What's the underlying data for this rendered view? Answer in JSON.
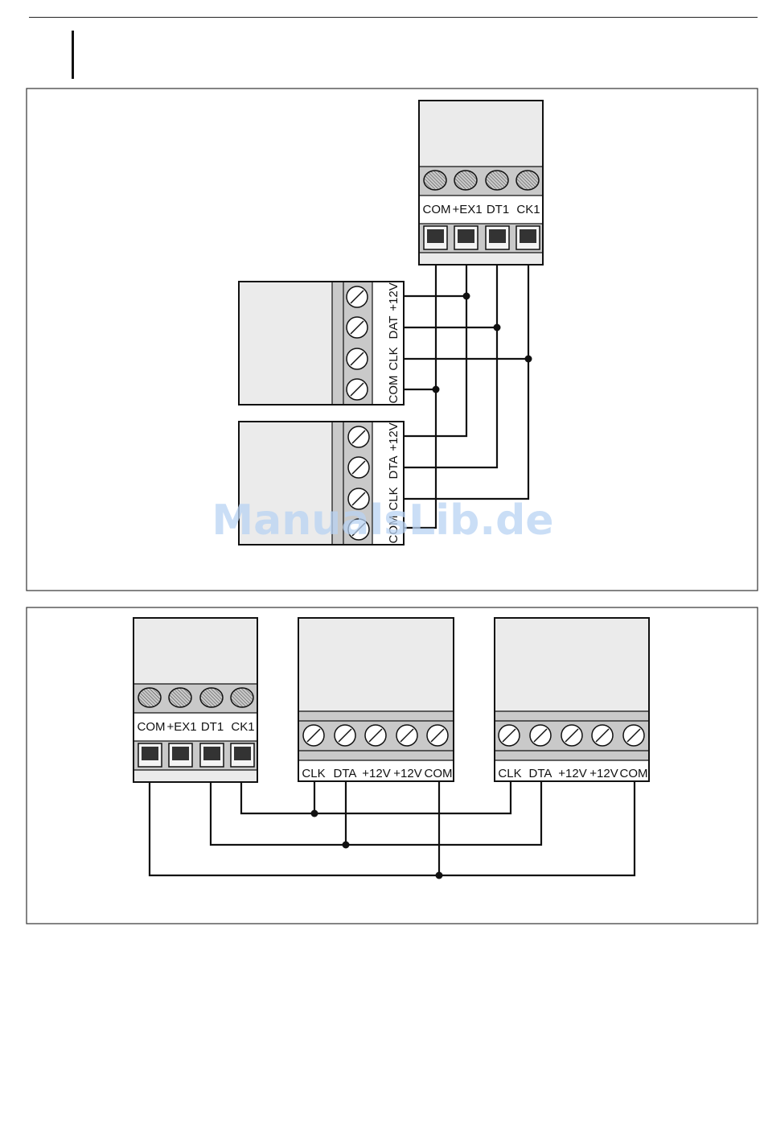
{
  "watermark": "ManualsLib.de",
  "colors": {
    "panel": "#ebebeb",
    "strip": "#c9c9c9",
    "wire": "#111111",
    "watermark": "#b9d3f3"
  },
  "figure1": {
    "controller_labels": [
      "COM",
      "+EX1",
      "DT1",
      "CK1"
    ],
    "module1_labels": [
      "+12V",
      "DAT",
      "CLK",
      "COM"
    ],
    "module2_labels": [
      "+12V",
      "DTA",
      "CLK",
      "COM"
    ]
  },
  "figure2": {
    "controller_labels": [
      "COM",
      "+EX1",
      "DT1",
      "CK1"
    ],
    "keypad1_labels": [
      "CLK",
      "DTA",
      "+12V",
      "+12V",
      "COM"
    ],
    "keypad2_labels": [
      "CLK",
      "DTA",
      "+12V",
      "+12V",
      "COM"
    ]
  }
}
